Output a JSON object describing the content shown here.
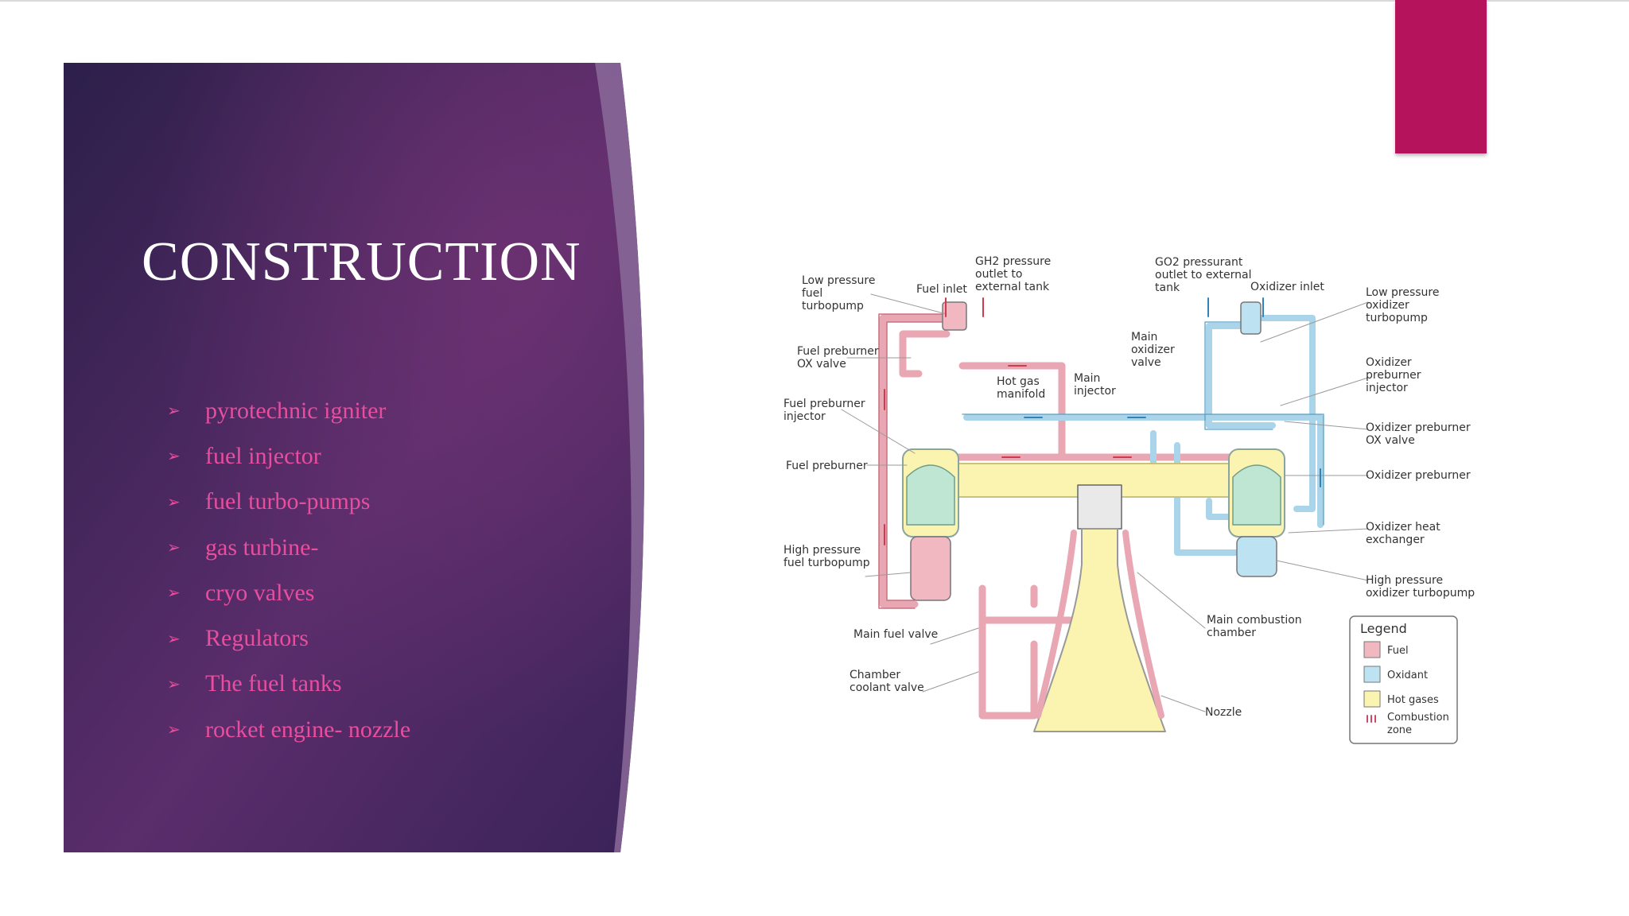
{
  "slide": {
    "title": "CONSTRUCTION",
    "bullets": [
      "pyrotechnic igniter",
      "fuel injector",
      "fuel turbo-pumps",
      "gas turbine-",
      "cryo valves",
      "Regulators",
      "The fuel tanks",
      "rocket engine- nozzle"
    ]
  },
  "colors": {
    "accent": "#b5145d",
    "panel_dark": "#2c1f4a",
    "panel_mid": "#5a2d6b",
    "bullet_text": "#e84d9e",
    "fuel": "#f2b8c2",
    "oxidant": "#bde3f2",
    "hot_gases": "#fbf3b0"
  },
  "diagram": {
    "labels": {
      "low_pressure_fuel_turbopump": [
        "Low pressure",
        "fuel",
        "turbopump"
      ],
      "fuel_inlet": "Fuel inlet",
      "gh2_outlet": [
        "GH2 pressure",
        "outlet to",
        "external tank"
      ],
      "go2_outlet": [
        "GO2 pressurant",
        "outlet to external",
        "tank"
      ],
      "oxidizer_inlet": "Oxidizer inlet",
      "low_pressure_oxidizer_turbopump": [
        "Low pressure",
        "oxidizer",
        "turbopump"
      ],
      "fuel_preburner_ox_valve": [
        "Fuel preburner",
        "OX valve"
      ],
      "main_oxidizer_valve": [
        "Main",
        "oxidizer",
        "valve"
      ],
      "oxidizer_preburner_injector": [
        "Oxidizer",
        "preburner",
        "injector"
      ],
      "hot_gas_manifold": [
        "Hot gas",
        "manifold"
      ],
      "main_injector": [
        "Main",
        "injector"
      ],
      "fuel_preburner_injector": [
        "Fuel preburner",
        "injector"
      ],
      "oxidizer_preburner_ox_valve": [
        "Oxidizer preburner",
        "OX valve"
      ],
      "fuel_preburner": "Fuel preburner",
      "oxidizer_preburner": "Oxidizer preburner",
      "oxidizer_heat_exchanger": [
        "Oxidizer heat",
        "exchanger"
      ],
      "high_pressure_fuel_turbopump": [
        "High pressure",
        "fuel turbopump"
      ],
      "high_pressure_oxidizer_turbopump": [
        "High pressure",
        "oxidizer turbopump"
      ],
      "main_combustion_chamber": [
        "Main combustion",
        "chamber"
      ],
      "main_fuel_valve": "Main fuel valve",
      "chamber_coolant_valve": [
        "Chamber",
        "coolant valve"
      ],
      "nozzle": "Nozzle"
    },
    "legend": {
      "title": "Legend",
      "items": [
        "Fuel",
        "Oxidant",
        "Hot gases"
      ],
      "combustion": [
        "Combustion",
        "zone"
      ]
    }
  }
}
